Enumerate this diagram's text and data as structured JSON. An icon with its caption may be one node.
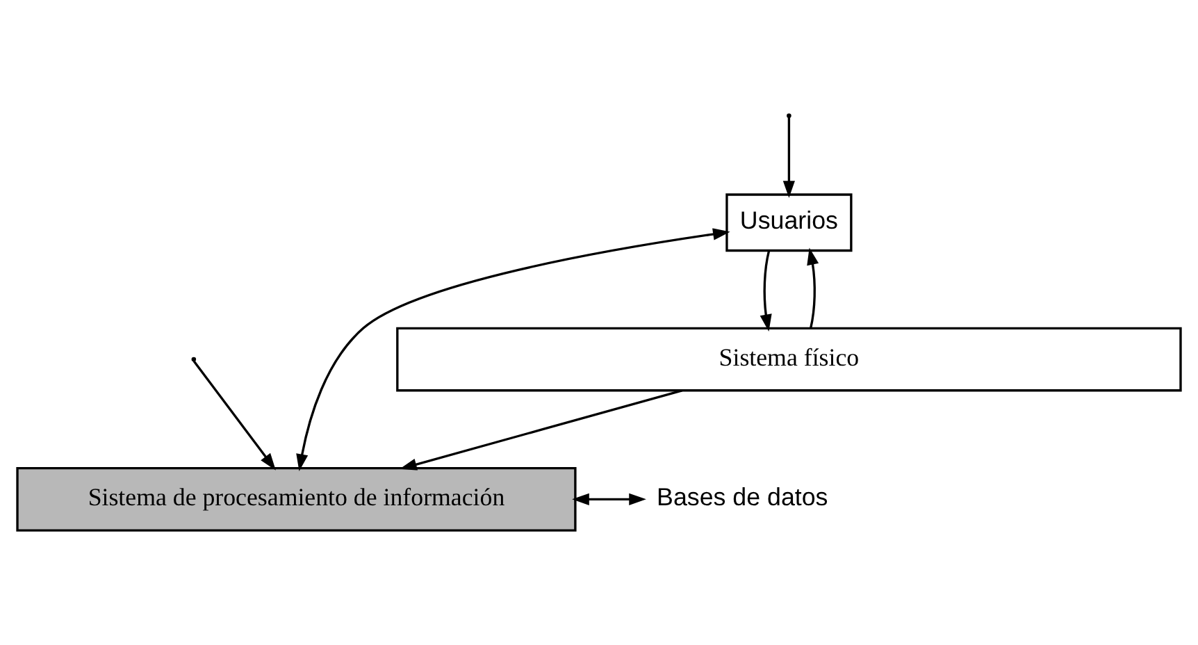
{
  "diagram": {
    "nodes": [
      {
        "text": [
          "Usuarios"
        ]
      },
      {
        "text": [
          "Sistema de procesamiento de información"
        ]
      },
      {
        "text": [
          "Bases de datos"
        ]
      },
      {
        "text": [
          "Sistema físico"
        ]
      }
    ],
    "edges": [
      {
        "from": null,
        "to": 0,
        "arrow": "to"
      },
      {
        "from": null,
        "to": 1,
        "arrow": "to"
      },
      {
        "from": 0,
        "to": 1,
        "arrow": "both"
      },
      {
        "from": 0,
        "to": 3,
        "arrow": "to"
      },
      {
        "from": 3,
        "to": 0,
        "arrow": "to"
      },
      {
        "from": 3,
        "to": 1,
        "arrow": "to"
      },
      {
        "from": 1,
        "to": 2,
        "arrow": "both"
      }
    ]
  }
}
